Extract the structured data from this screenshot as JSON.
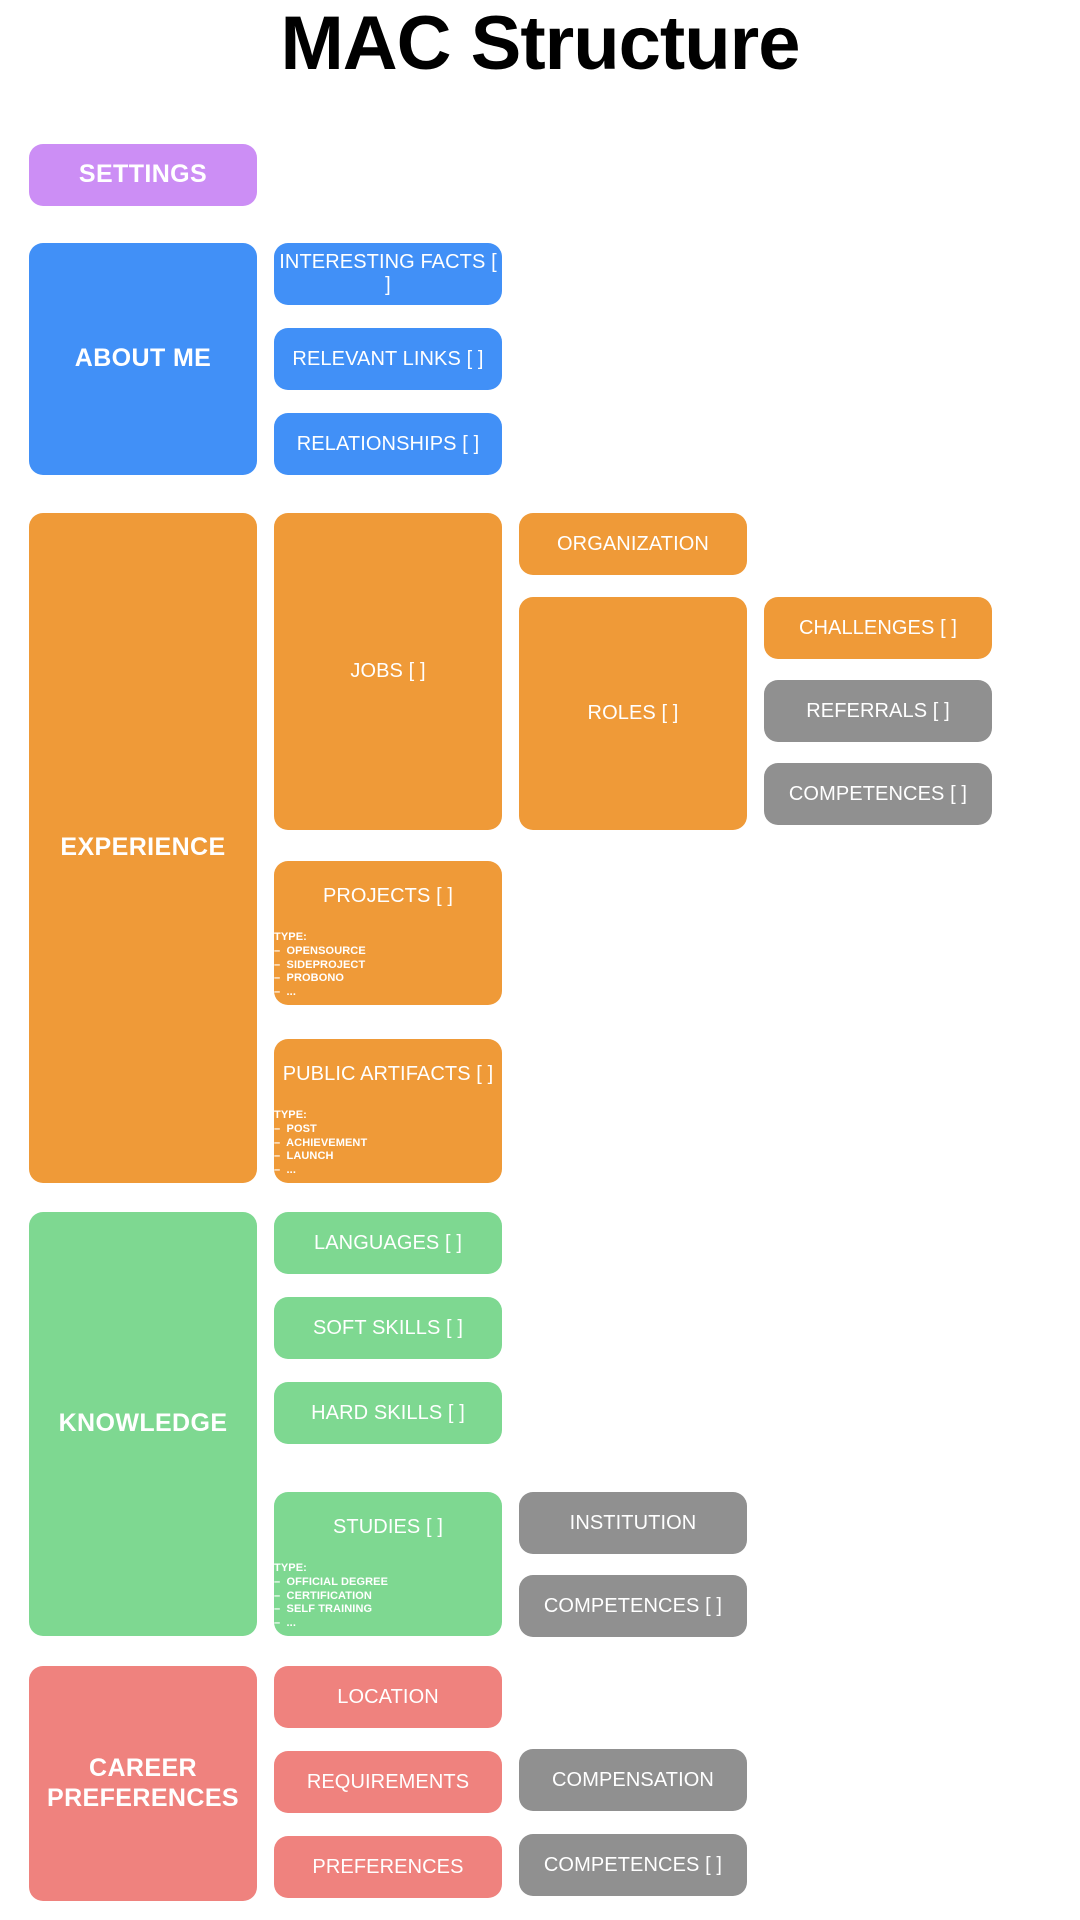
{
  "title": "MAC Structure",
  "colors": {
    "background": "#ffffff",
    "title": "#000000",
    "settings": "#cc8ef5",
    "about_me": "#4190f7",
    "experience": "#ef9a38",
    "knowledge": "#7ed891",
    "career_preferences": "#ef827e",
    "shared": "#909090",
    "node_text": "#ffffff"
  },
  "type_label": "TYPE:",
  "sections": {
    "settings": {
      "label": "SETTINGS"
    },
    "about_me": {
      "label": "ABOUT ME",
      "children": [
        {
          "label": "INTERESTING FACTS [ ]"
        },
        {
          "label": "RELEVANT LINKS [ ]"
        },
        {
          "label": "RELATIONSHIPS [ ]"
        }
      ]
    },
    "experience": {
      "label": "EXPERIENCE",
      "children": [
        {
          "label": "JOBS [ ]"
        },
        {
          "label": "ORGANIZATION"
        },
        {
          "label": "ROLES [ ]"
        },
        {
          "label": "CHALLENGES [ ]"
        },
        {
          "label": "REFERRALS [ ]"
        },
        {
          "label": "COMPETENCES [ ]"
        },
        {
          "label": "PROJECTS [ ]",
          "types": [
            "OPENSOURCE",
            "SIDEPROJECT",
            "PROBONO",
            "..."
          ]
        },
        {
          "label": "PUBLIC ARTIFACTS [ ]",
          "types": [
            "POST",
            "ACHIEVEMENT",
            "LAUNCH",
            "..."
          ]
        }
      ]
    },
    "knowledge": {
      "label": "KNOWLEDGE",
      "children": [
        {
          "label": "LANGUAGES [ ]"
        },
        {
          "label": "SOFT SKILLS [ ]"
        },
        {
          "label": "HARD SKILLS [ ]"
        },
        {
          "label": "STUDIES [ ]",
          "types": [
            "OFFICIAL DEGREE",
            "CERTIFICATION",
            "SELF TRAINING",
            "..."
          ]
        },
        {
          "label": "INSTITUTION"
        },
        {
          "label": "COMPETENCES [ ]"
        }
      ]
    },
    "career_preferences": {
      "label": "CAREER\nPREFERENCES",
      "label_line1": "CAREER",
      "label_line2": "PREFERENCES",
      "children": [
        {
          "label": "LOCATION"
        },
        {
          "label": "REQUIREMENTS"
        },
        {
          "label": "PREFERENCES"
        },
        {
          "label": "COMPENSATION"
        },
        {
          "label": "COMPETENCES [ ]"
        }
      ]
    }
  }
}
